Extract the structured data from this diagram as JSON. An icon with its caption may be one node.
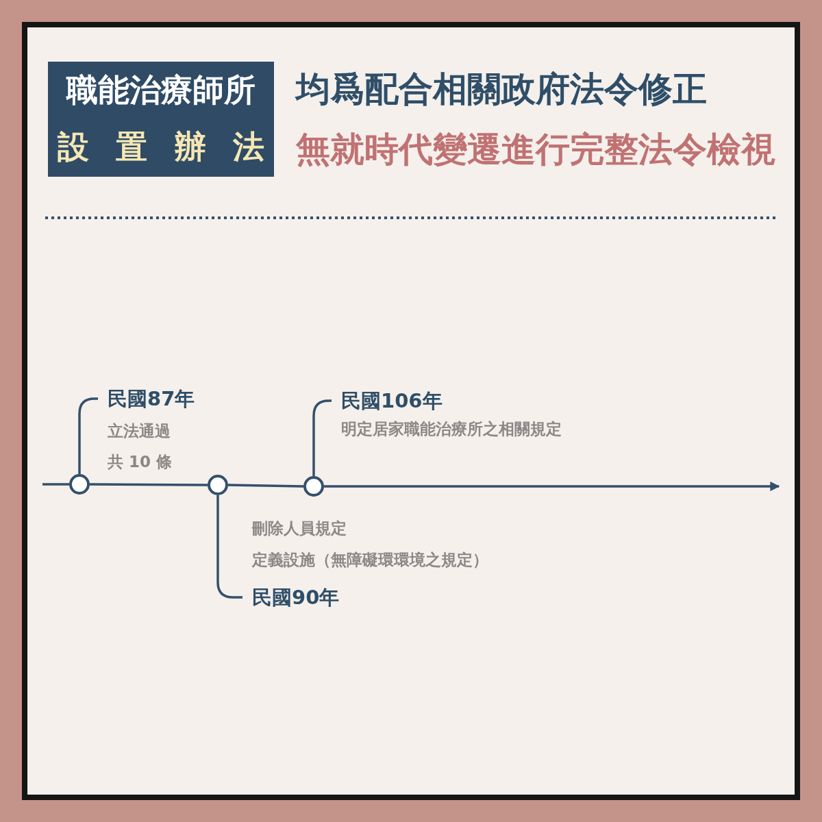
{
  "diagram": {
    "nodes": [
      {
        "text": [
          "職能治療師所",
          "設置辦法"
        ]
      },
      {
        "text": [
          "民國87年",
          "立法通過",
          "共 10 條"
        ]
      },
      {
        "text": [
          "民國106年",
          "明定居家職能治療所之相關規定"
        ]
      },
      {
        "text": [],
        "shape": "circle"
      },
      {
        "text": [],
        "shape": "circle"
      },
      {
        "text": [],
        "shape": "circle"
      },
      {
        "text": [
          "刪除人員規定",
          "定義設施（無障礙環環境之規定）",
          "民國90年"
        ]
      }
    ],
    "edges": [
      {
        "from": null,
        "to": 3,
        "arrow": "none"
      },
      {
        "from": 3,
        "to": 4,
        "arrow": "none"
      },
      {
        "from": 4,
        "to": 5,
        "arrow": "none"
      },
      {
        "from": 5,
        "to": null,
        "arrow": "to"
      },
      {
        "from": 3,
        "to": 1,
        "arrow": "none"
      },
      {
        "from": 4,
        "to": 6,
        "arrow": "none"
      },
      {
        "from": 5,
        "to": 2,
        "arrow": "none"
      }
    ],
    "labels": [
      "均爲配合相關政府法令修正",
      "無就時代變遷進行完整法令檢視"
    ]
  }
}
